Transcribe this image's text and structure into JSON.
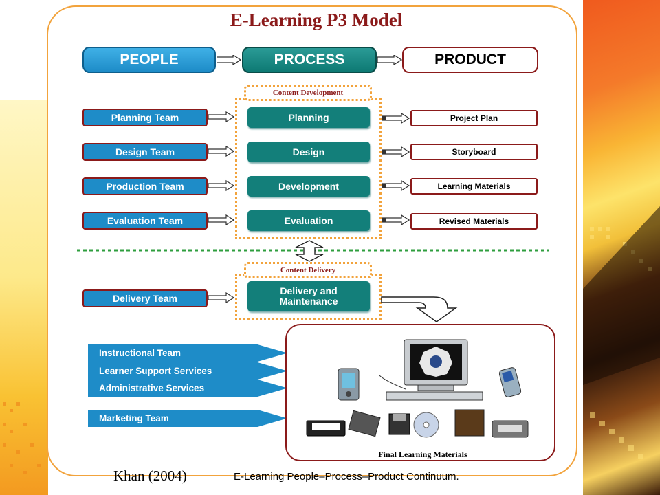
{
  "title": "E-Learning P3 Model",
  "columns": {
    "people": "PEOPLE",
    "process": "PROCESS",
    "product": "PRODUCT"
  },
  "content_development": {
    "label": "Content Development",
    "rows": [
      {
        "team": "Planning Team",
        "step": "Planning",
        "product": "Project Plan"
      },
      {
        "team": "Design Team",
        "step": "Design",
        "product": "Storyboard"
      },
      {
        "team": "Production Team",
        "step": "Development",
        "product": "Learning Materials"
      },
      {
        "team": "Evaluation Team",
        "step": "Evaluation",
        "product": "Revised Materials"
      }
    ]
  },
  "content_delivery": {
    "label": "Content Delivery",
    "team": "Delivery Team",
    "step_line1": "Delivery and",
    "step_line2": "Maintenance"
  },
  "support_teams": [
    "Instructional Team",
    "Learner Support Services",
    "Administrative Services",
    "Marketing Team"
  ],
  "final_label": "Final Learning Materials",
  "caption": {
    "author": "Khan (2004)",
    "description": "E-Learning People–Process–Product Continuum."
  },
  "colors": {
    "accent_orange": "#f2a33c",
    "people_blue": "#1e8cc8",
    "process_teal": "#137f7a",
    "border_red": "#8b1a1a",
    "divider_green": "#2e9e3e"
  }
}
